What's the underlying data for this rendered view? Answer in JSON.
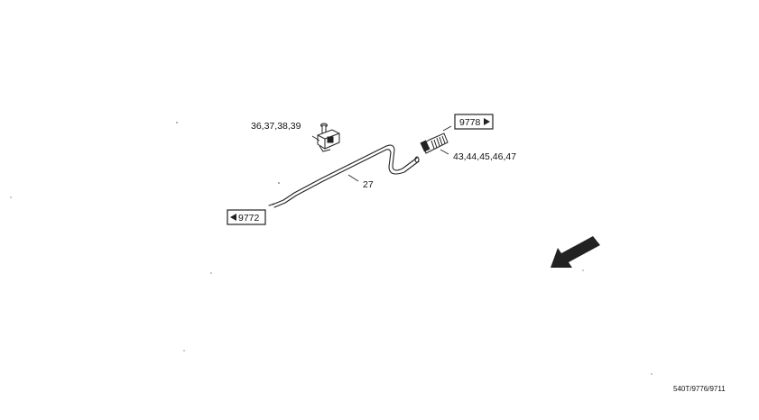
{
  "callouts": {
    "clamp": "36,37,38,39",
    "fitting": "43,44,45,46,47",
    "pipe": "27"
  },
  "refs": {
    "next": "9778",
    "prev": "9772"
  },
  "direction_arrow": "front-direction-arrow-icon",
  "drawing_code": "540T/9776/9711"
}
